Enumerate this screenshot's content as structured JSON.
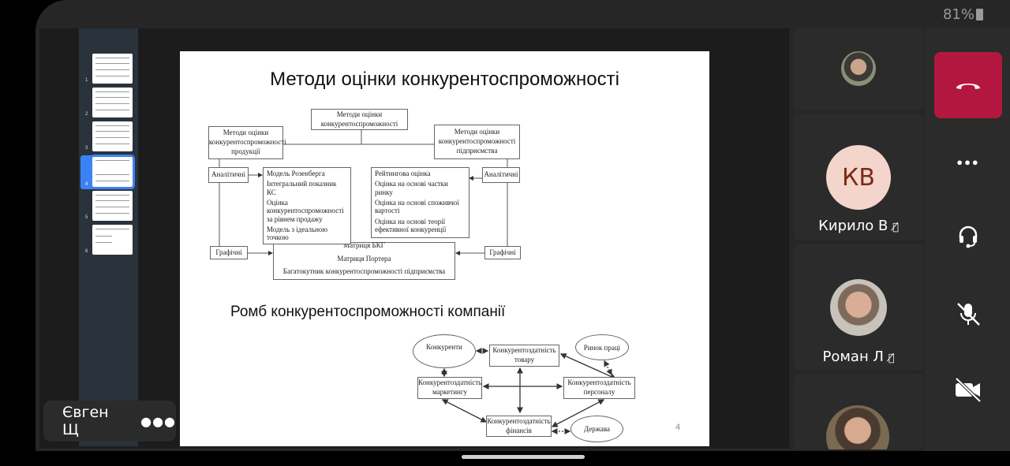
{
  "status_bar": {
    "battery": "81%"
  },
  "presenter": {
    "name": "Євген Щ",
    "more_icon": "more-icon"
  },
  "thumbnails": [
    {
      "num": "1"
    },
    {
      "num": "2"
    },
    {
      "num": "3"
    },
    {
      "num": "4",
      "selected": true
    },
    {
      "num": "5"
    },
    {
      "num": "6"
    }
  ],
  "slide": {
    "title": "Методи оцінки конкурентоспроможності",
    "subtitle": "Ромб конкурентоспроможності компанії",
    "page_number": "4",
    "tree": {
      "root": "Методи оцінки конкурентоспроможності",
      "left": "Методи оцінки конкурентоспроможності продукції",
      "right": "Методи оцінки конкурентоспроможності підприємства",
      "analytic_left": "Аналітичні",
      "analytic_right": "Аналітичні",
      "graphic_left": "Графічні",
      "graphic_right": "Графічні",
      "left_list": [
        "Модель Розенберга",
        "Інтегральний показник КС",
        "Оцінка конкурентоспроможності за рівнем продажу",
        "Модель з ідеальною точкою"
      ],
      "right_list": [
        "Рейтингова оцінка",
        "Оцінка на основі частки ринку",
        "Оцінка на основі споживчої вартості",
        "Оцінка на основі теорії ефективної конкуренції"
      ],
      "bottom_list": [
        "Матриця БКГ",
        "Матриця Портера",
        "Багатокутник конкурентоспроможності підприємства"
      ]
    },
    "rhombus": {
      "competitors": "Конкуренти",
      "product": "Конкурентоздатність товару",
      "labor_market": "Ринок праці",
      "marketing": "Конкурентоздатність маркетингу",
      "personnel": "Конкурентоздатність персоналу",
      "finance": "Конкурентоздатність фінансів",
      "state": "Держава"
    }
  },
  "participants": [
    {
      "name": ""
    },
    {
      "initials": "КВ",
      "name": "Кирило В",
      "muted": true
    },
    {
      "name": "Роман Л",
      "muted": true
    },
    {
      "name": ""
    }
  ],
  "colors": {
    "hangup": "#b3173f",
    "selected": "#3b82f6",
    "avatar_bg": "#f3d5cc",
    "avatar_text": "#7a2a14"
  }
}
